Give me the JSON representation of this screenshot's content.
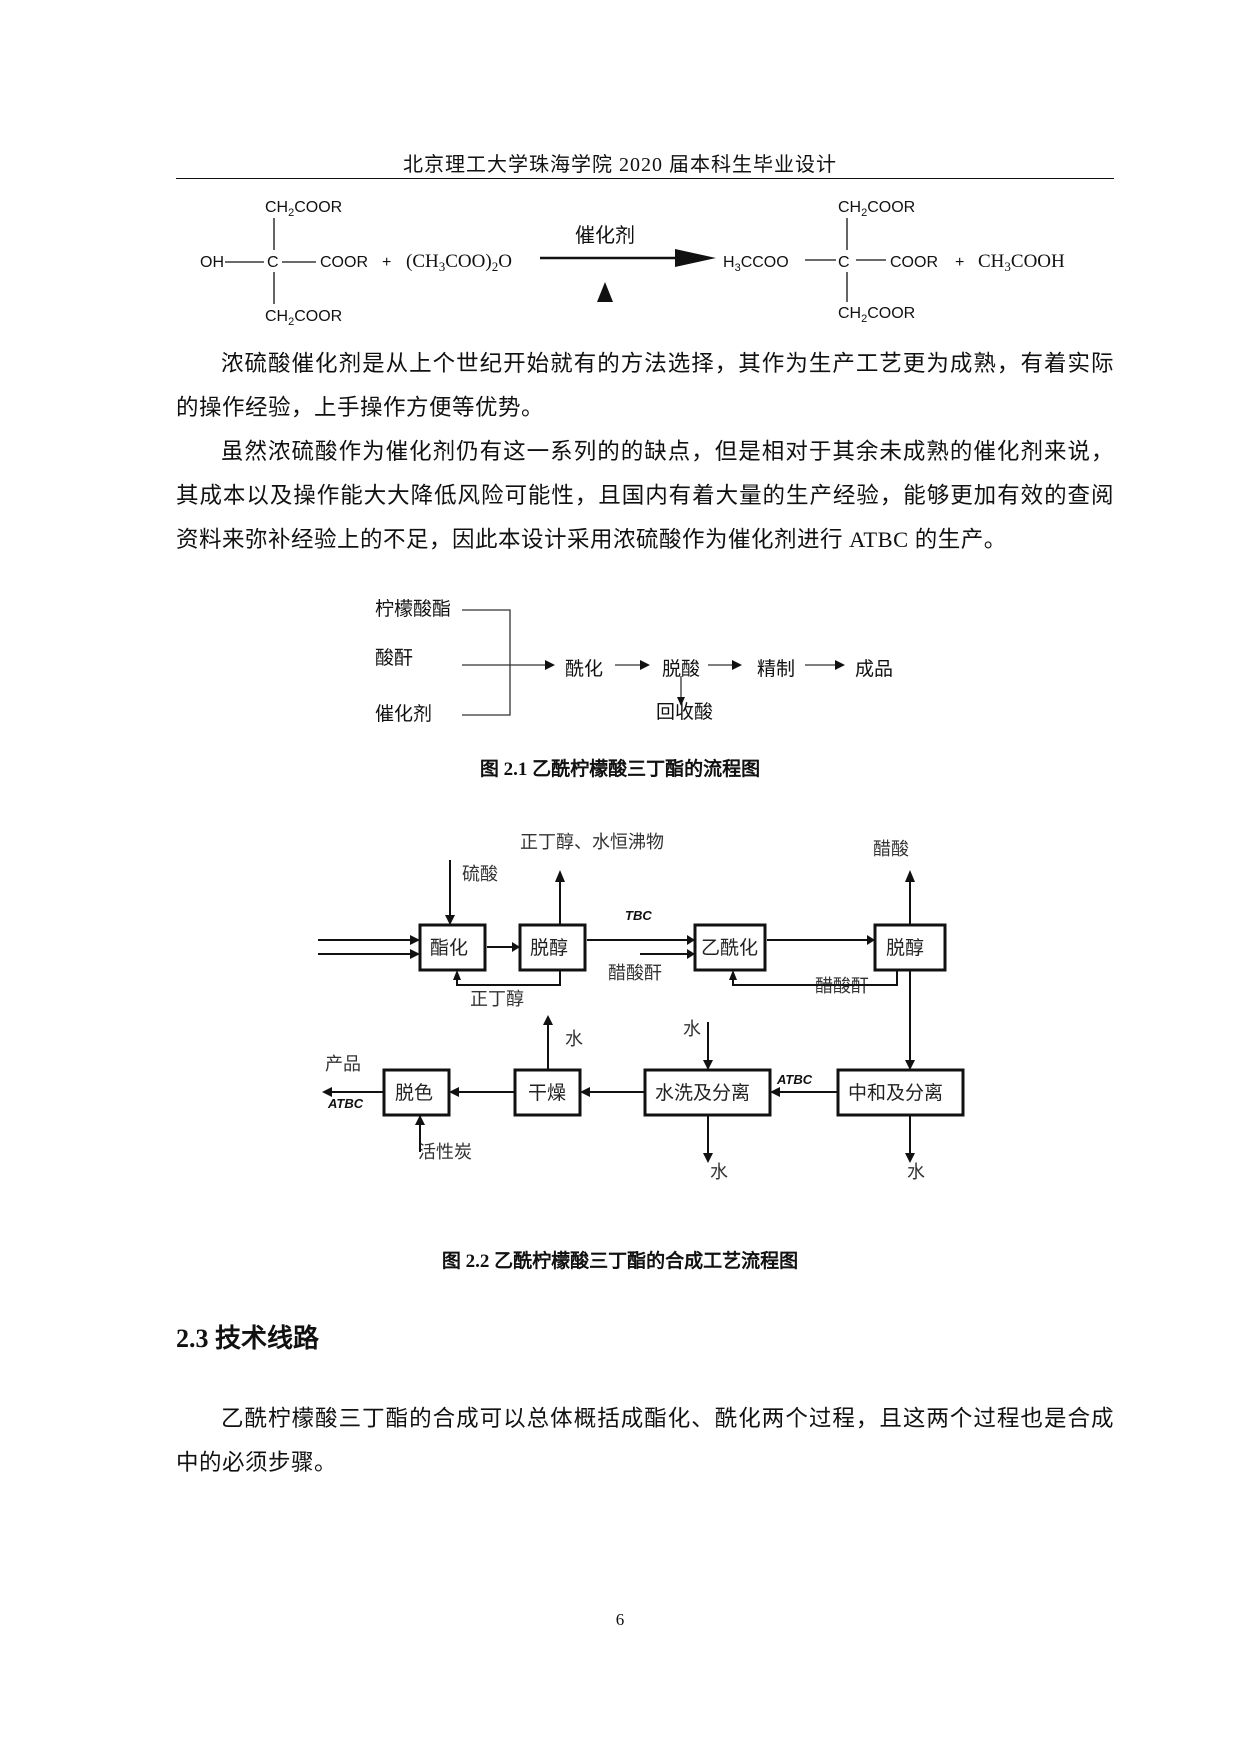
{
  "header": {
    "title": "北京理工大学珠海学院 2020 届本科生毕业设计"
  },
  "reaction": {
    "reactant1": {
      "top": "CH2COOR",
      "left": "OH",
      "center": "C",
      "right": "COOR",
      "bottom": "CH2COOR"
    },
    "plus1": "+",
    "reactant2": "(CH3COO)2O",
    "catalyst": "催化剂",
    "heat_symbol": "▲",
    "product": {
      "top": "CH2COOR",
      "left": "H3CCOO",
      "center": "C",
      "right": "COOR",
      "bottom": "CH2COOR"
    },
    "plus2": "+",
    "byproduct": "CH3COOH"
  },
  "paragraphs": [
    "浓硫酸催化剂是从上个世纪开始就有的方法选择，其作为生产工艺更为成熟，有着实际的操作经验，上手操作方便等优势。",
    "虽然浓硫酸作为催化剂仍有这一系列的的缺点，但是相对于其余未成熟的催化剂来说，其成本以及操作能大大降低风险可能性，且国内有着大量的生产经验，能够更加有效的查阅资料来弥补经验上的不足，因此本设计采用浓硫酸作为催化剂进行 ATBC 的生产。"
  ],
  "figure1": {
    "inputs": [
      "柠檬酸酯",
      "酸酐",
      "催化剂"
    ],
    "steps": [
      "酰化",
      "脱酸",
      "精制",
      "成品"
    ],
    "side_output": "回收酸",
    "caption": "图 2.1 乙酰柠檬酸三丁酯的流程图"
  },
  "figure2": {
    "boxes": {
      "esterification": "酯化",
      "dealcohol1": "脱醇",
      "acetylation": "乙酰化",
      "dealcohol2": "脱醇",
      "neutralize": "中和及分离",
      "wash": "水洗及分离",
      "dry": "干燥",
      "decolor": "脱色"
    },
    "labels": {
      "sulfuric_acid": "硫酸",
      "azeotrope": "正丁醇、水恒沸物",
      "tbc": "TBC",
      "acetic_anhydride_in": "醋酸酐",
      "butanol_recycle": "正丁醇",
      "acetic_acid": "醋酸",
      "acetic_anhydride_recycle": "醋酸酐",
      "water_dry": "水",
      "water_in": "水",
      "atbc_mid": "ATBC",
      "product": "产品",
      "atbc_out": "ATBC",
      "activated_carbon": "活性炭",
      "water_out1": "水",
      "water_out2": "水"
    },
    "caption": "图 2.2 乙酰柠檬酸三丁酯的合成工艺流程图"
  },
  "section": {
    "heading": "2.3 技术线路"
  },
  "section_paragraph": "乙酰柠檬酸三丁酯的合成可以总体概括成酯化、酰化两个过程，且这两个过程也是合成中的必须步骤。",
  "footer": {
    "page_number": "6"
  }
}
